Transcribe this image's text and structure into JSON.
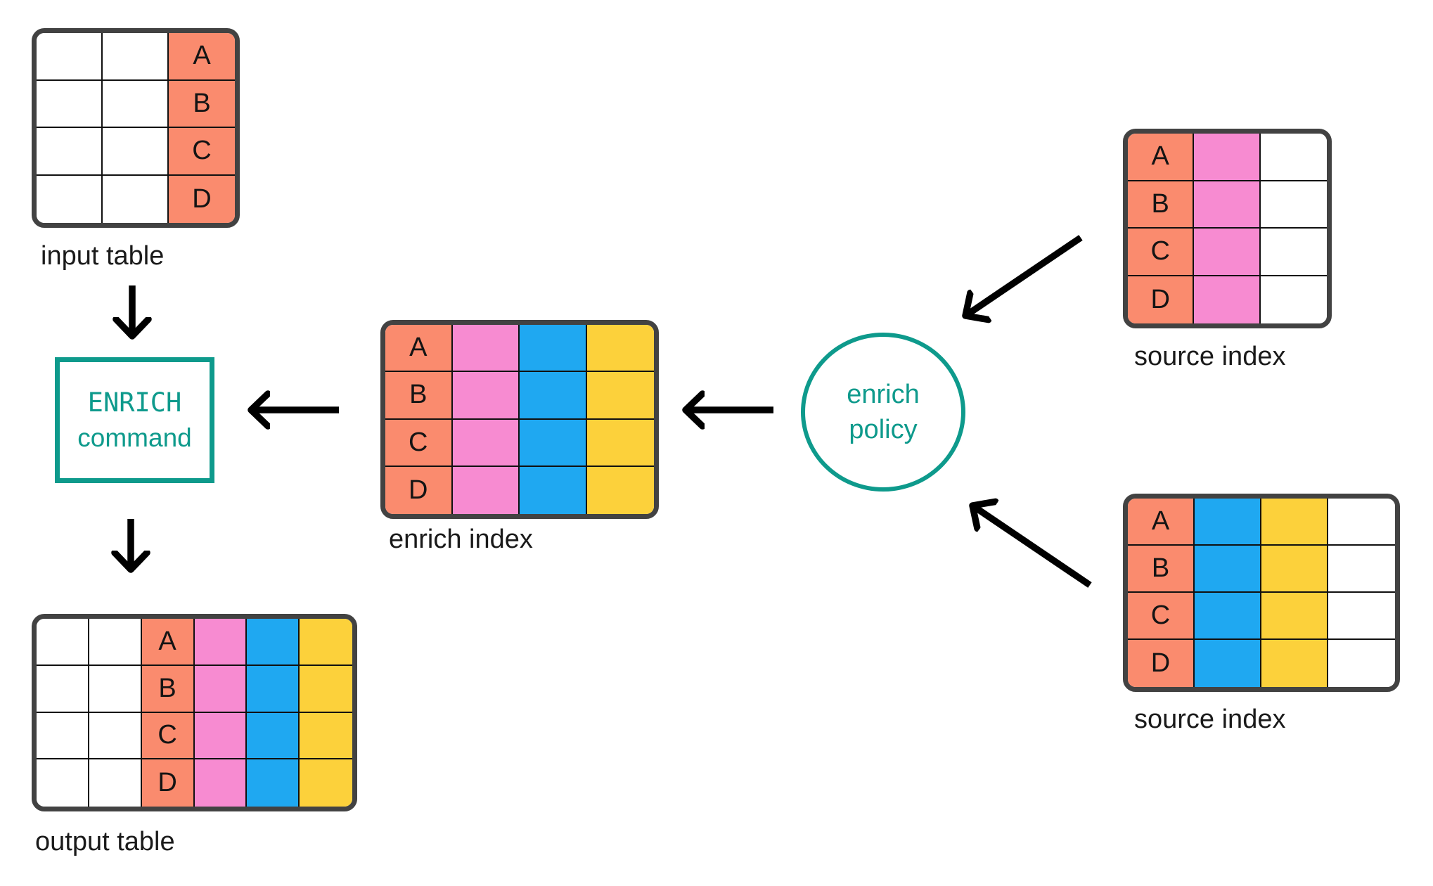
{
  "colors": {
    "salmon": "#fa8b6e",
    "pink": "#f78bd1",
    "blue": "#1fa8f1",
    "yellow": "#fcd13b",
    "white": "#ffffff",
    "teal": "#0e9a8c",
    "border_dark": "#424242",
    "gridline": "#101010",
    "arrow": "#000000"
  },
  "nodes": {
    "enrich_command": {
      "line1": "ENRICH",
      "line2": "command"
    },
    "enrich_policy": {
      "line1": "enrich",
      "line2": "policy"
    }
  },
  "tables": [
    {
      "id": "input-table",
      "label": "input table",
      "rows": 4,
      "letters": [
        "A",
        "B",
        "C",
        "D"
      ],
      "columns": [
        {
          "fill": "white"
        },
        {
          "fill": "white"
        },
        {
          "fill": "salmon",
          "has_letters": true
        }
      ]
    },
    {
      "id": "enrich-index",
      "label": "enrich index",
      "rows": 4,
      "letters": [
        "A",
        "B",
        "C",
        "D"
      ],
      "columns": [
        {
          "fill": "salmon",
          "has_letters": true
        },
        {
          "fill": "pink"
        },
        {
          "fill": "blue"
        },
        {
          "fill": "yellow"
        }
      ]
    },
    {
      "id": "source-index-top",
      "label": "source index",
      "rows": 4,
      "letters": [
        "A",
        "B",
        "C",
        "D"
      ],
      "columns": [
        {
          "fill": "salmon",
          "has_letters": true
        },
        {
          "fill": "pink"
        },
        {
          "fill": "white"
        }
      ]
    },
    {
      "id": "source-index-bottom",
      "label": "source index",
      "rows": 4,
      "letters": [
        "A",
        "B",
        "C",
        "D"
      ],
      "columns": [
        {
          "fill": "salmon",
          "has_letters": true
        },
        {
          "fill": "blue"
        },
        {
          "fill": "yellow"
        },
        {
          "fill": "white"
        }
      ]
    },
    {
      "id": "output-table",
      "label": "output table",
      "rows": 4,
      "letters": [
        "A",
        "B",
        "C",
        "D"
      ],
      "columns": [
        {
          "fill": "white"
        },
        {
          "fill": "white"
        },
        {
          "fill": "salmon",
          "has_letters": true
        },
        {
          "fill": "pink"
        },
        {
          "fill": "blue"
        },
        {
          "fill": "yellow"
        }
      ]
    }
  ],
  "arrows": [
    {
      "from": "input table",
      "to": "ENRICH command",
      "direction": "down"
    },
    {
      "from": "ENRICH command",
      "to": "output table",
      "direction": "down"
    },
    {
      "from": "enrich index",
      "to": "ENRICH command",
      "direction": "left"
    },
    {
      "from": "enrich policy",
      "to": "enrich index",
      "direction": "left"
    },
    {
      "from": "source index (top)",
      "to": "enrich policy",
      "direction": "down-left"
    },
    {
      "from": "source index (bottom)",
      "to": "enrich policy",
      "direction": "up-left"
    }
  ]
}
